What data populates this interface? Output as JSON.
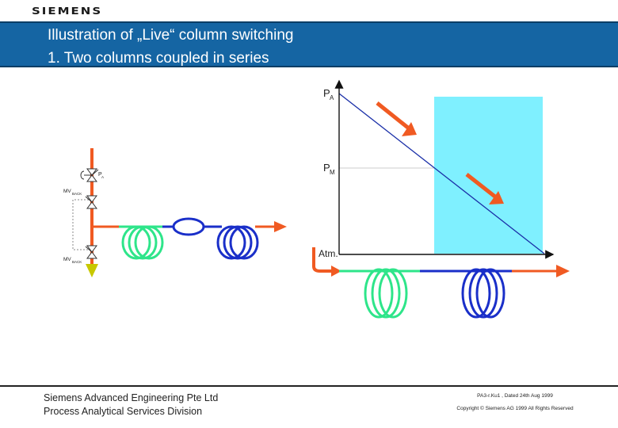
{
  "header": {
    "logo": "SIEMENS",
    "title_line1": "Illustration of „Live“ column switching",
    "title_line2": "1. Two columns coupled in series"
  },
  "left_diagram": {
    "pa_label": "P",
    "pa_sub": "A",
    "mv1_label": "MV",
    "mv1_sub": "BACK",
    "mv2_label": "MV",
    "mv2_sub": "BACK"
  },
  "right_diagram": {
    "pa_label": "P",
    "pa_sub": "A",
    "pm_label": "P",
    "pm_sub": "M",
    "atm_label": "Atm."
  },
  "footer": {
    "company_line1": "Siemens Advanced Engineering Pte Ltd",
    "company_line2": "Process Analytical Services Division",
    "doc_ref": "PA3-r.Ku1 , Dated 24th Aug 1999",
    "copyright": "Copyright © Siemens AG 1999 All Rights Reserved"
  },
  "colors": {
    "title_bar": "#1565a3",
    "carrier_gas": "#f05a22",
    "column_1": "#2ee58a",
    "column_2": "#1a2fc9",
    "switch_zone": "#7ff0ff",
    "vent": "#c8c800",
    "pressure_line": "#1a2fa8"
  }
}
